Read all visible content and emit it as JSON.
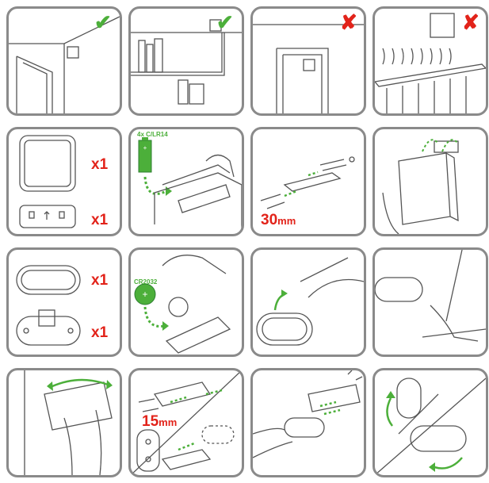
{
  "marks": {
    "check": "✔",
    "cross": "✘",
    "check_color": "#4caf3a",
    "cross_color": "#e2231a"
  },
  "labels": {
    "qty_1a": "x1",
    "qty_1b": "x1",
    "qty_2a": "x1",
    "qty_2b": "x1",
    "battery_main": "4x C/LR14",
    "screw_dist_1": "30",
    "screw_dist_2": "15",
    "unit_mm": "mm",
    "coin_cell": "CR2032",
    "plus_sign": "+"
  },
  "colors": {
    "border": "#8a8a8a",
    "line": "#555555",
    "accent_green": "#4caf3a",
    "accent_red": "#e2231a"
  }
}
